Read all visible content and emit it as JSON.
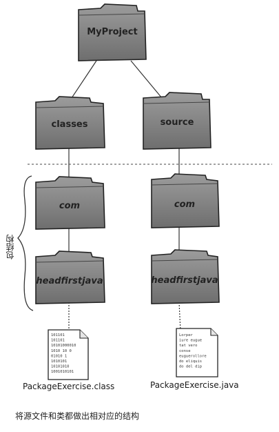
{
  "folders": {
    "root": "MyProject",
    "classes": "classes",
    "source": "source",
    "com_left": "com",
    "com_right": "com",
    "headfirst_left": "headfirstjava",
    "headfirst_right": "headfirstjava"
  },
  "files": {
    "class_file": "PackageExercise.class",
    "java_file": "PackageExercise.java"
  },
  "class_file_content": [
    "101101",
    "101101",
    "10101000010",
    "1010 10 0",
    "01010  1",
    "1010101",
    "10101010",
    "1001010101"
  ],
  "java_file_content": [
    "Lorper",
    "iure eugue",
    "tat vero",
    "conse",
    "euguerollore",
    "do eliquis",
    "do del dip"
  ],
  "side_label": "包结构",
  "caption": "将源文件和类都做出相对应的结构",
  "colors": {
    "folder_fill": "#8a8a8a",
    "folder_tab": "#7b7b7b",
    "folder_stroke": "#2a2a2a",
    "line": "#333333"
  }
}
